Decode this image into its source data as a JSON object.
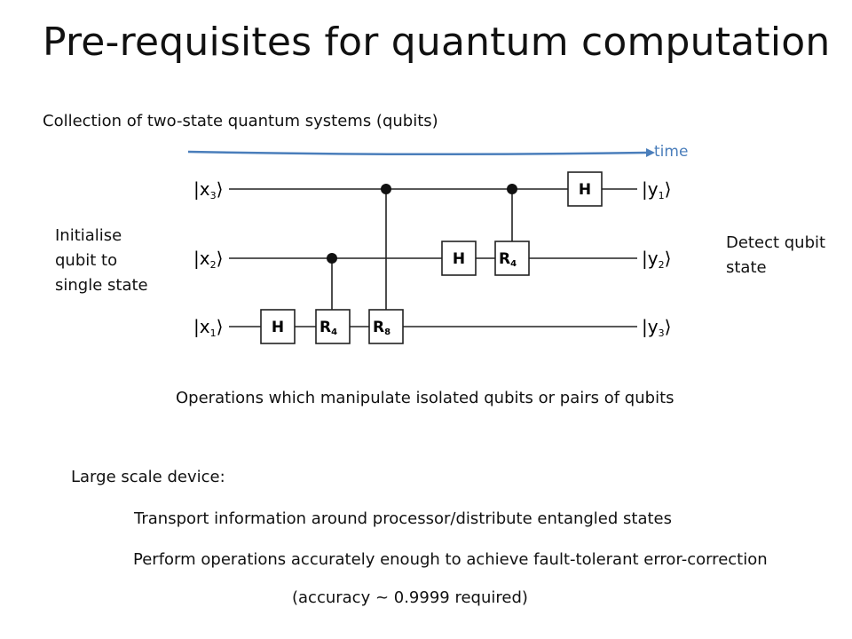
{
  "title": "Pre-requisites for quantum computation",
  "subtitle": "Collection of two-state quantum systems (qubits)",
  "time_label": "time",
  "left_note": "Initialise qubit to single state",
  "right_note": "Detect qubit state",
  "operations_note": "Operations which manipulate isolated qubits or pairs of qubits",
  "large_scale_heading": "Large scale device:",
  "requirement_1": "Transport information around processor/distribute entangled states",
  "requirement_2": "Perform operations accurately enough to achieve fault-tolerant error-correction",
  "accuracy_note": "(accuracy ~ 0.9999 required)",
  "colors": {
    "time_arrow": "#4a7ebb",
    "wire": "#222222"
  },
  "circuit": {
    "inputs": [
      {
        "ket": "|x",
        "sub": "3",
        "close": "⟩"
      },
      {
        "ket": "|x",
        "sub": "2",
        "close": "⟩"
      },
      {
        "ket": "|x",
        "sub": "1",
        "close": "⟩"
      }
    ],
    "outputs": [
      {
        "ket": "|y",
        "sub": "1",
        "close": "⟩"
      },
      {
        "ket": "|y",
        "sub": "2",
        "close": "⟩"
      },
      {
        "ket": "|y",
        "sub": "3",
        "close": "⟩"
      }
    ],
    "gates": {
      "h_top": "H",
      "h_mid": "H",
      "r4_mid": {
        "main": "R",
        "sub": "4"
      },
      "h_bottom": "H",
      "r4_bottom": {
        "main": "R",
        "sub": "4"
      },
      "r8_bottom": {
        "main": "R",
        "sub": "8"
      }
    }
  }
}
